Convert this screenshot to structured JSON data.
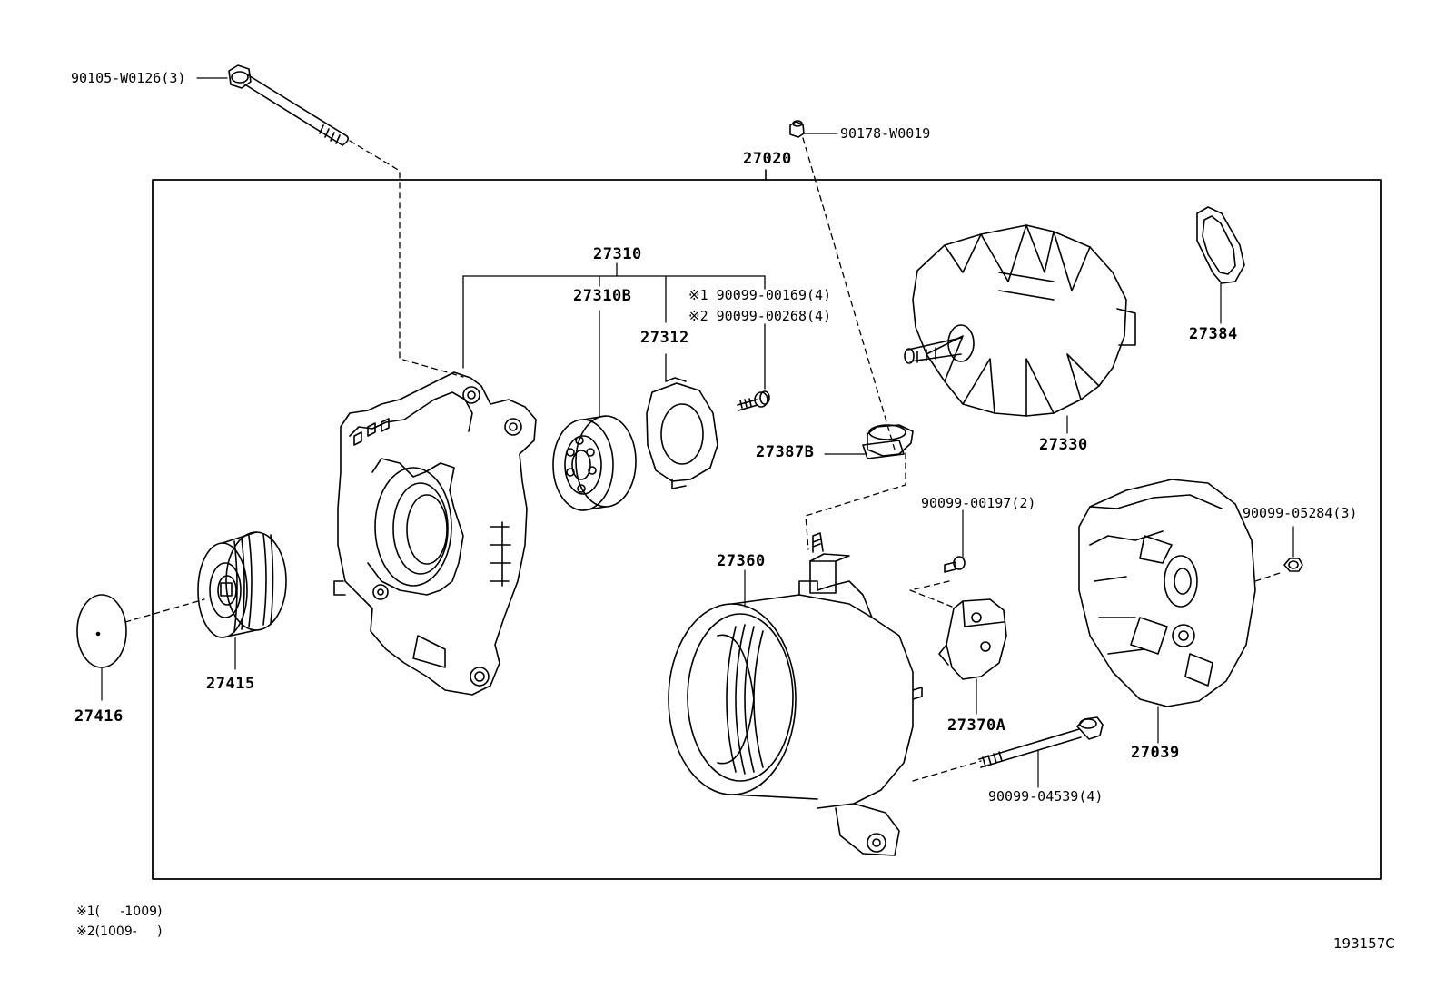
{
  "diagram": {
    "assembly_label": "27020",
    "parts": {
      "bolt_top": "90105-W0126(3)",
      "nut_top": "90178-W0019",
      "bearing_group": "27310",
      "bearing": "27310B",
      "retainer": "27312",
      "screw_note1": "※1 90099-00169(4)",
      "screw_note2": "※2 90099-00268(4)",
      "rotor": "27330",
      "ring": "27384",
      "insulator": "27387B",
      "pulley": "27415",
      "cap": "27416",
      "stator": "27360",
      "screw_mid": "90099-00197(2)",
      "nut_right": "90099-05284(3)",
      "brush_holder": "27370A",
      "rear_cover": "27039",
      "bolt_bottom": "90099-04539(4)"
    },
    "footnotes": {
      "note1": "※1(     -1009)",
      "note2": "※2(1009-     )"
    },
    "drawing_code": "193157C"
  }
}
